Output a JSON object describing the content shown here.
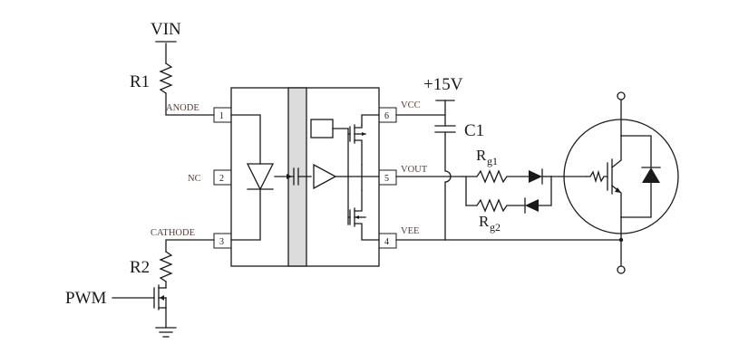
{
  "labels": {
    "vin": "VIN",
    "r1": "R1",
    "r2": "R2",
    "pwm": "PWM",
    "plus15v": "+15V",
    "c1": "C1",
    "rg1_main": "R",
    "rg1_sub": "g1",
    "rg2_main": "R",
    "rg2_sub": "g2"
  },
  "ic": {
    "pins_left": [
      {
        "number": "1",
        "name": "ANODE"
      },
      {
        "number": "2",
        "name": "NC"
      },
      {
        "number": "3",
        "name": "CATHODE"
      }
    ],
    "pins_right": [
      {
        "number": "6",
        "name": "VCC"
      },
      {
        "number": "5",
        "name": "VOUT"
      },
      {
        "number": "4",
        "name": "VEE"
      }
    ]
  }
}
